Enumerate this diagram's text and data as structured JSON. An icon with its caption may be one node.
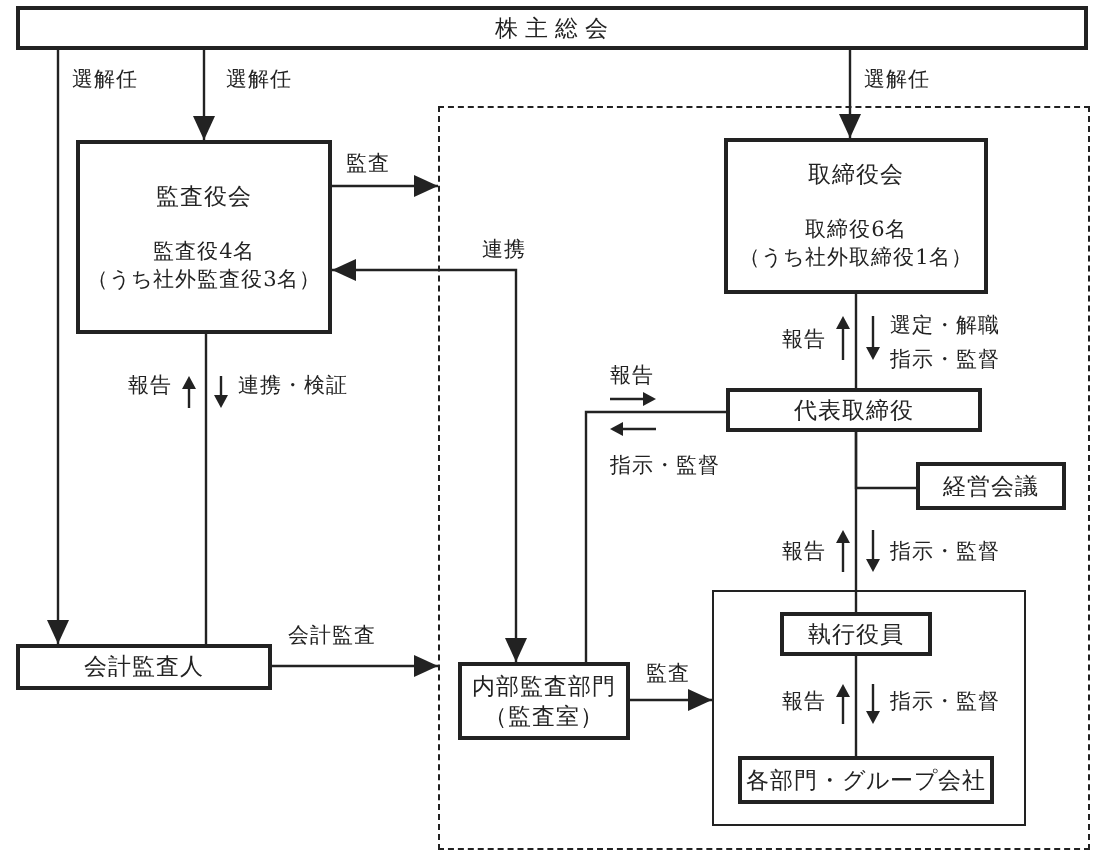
{
  "diagram": {
    "nodes": [
      {
        "text": [
          "株主総会"
        ]
      },
      {
        "text": [
          "監査役会",
          "監査役4名（うち社外監査役3名）"
        ]
      },
      {
        "text": [],
        "shape": "box"
      },
      {
        "text": [
          "取締役会",
          "取締役6名（うち社外取締役1名）"
        ],
        "in": 2
      },
      {
        "text": [
          "代表取締役"
        ],
        "in": 2
      },
      {
        "text": [
          "経営会議"
        ],
        "in": 2
      },
      {
        "text": [
          "会計監査人"
        ]
      },
      {
        "text": [
          "内部監査部門（監査室）"
        ],
        "in": 2
      },
      {
        "text": [],
        "shape": "box",
        "in": 2
      },
      {
        "text": [
          "執行役員"
        ],
        "in": 8
      },
      {
        "text": [
          "各部門・グループ会社"
        ],
        "in": 8
      }
    ],
    "edges": [
      {
        "from": 0,
        "to": 6,
        "arrow": "to",
        "label": "選解任"
      },
      {
        "from": 0,
        "to": 1,
        "arrow": "to",
        "label": "選解任"
      },
      {
        "from": 0,
        "to": 3,
        "arrow": "to",
        "label": "選解任"
      },
      {
        "from": 1,
        "to": 2,
        "arrow": "to",
        "label": "監査"
      },
      {
        "from": 7,
        "to": 1,
        "arrow": "both",
        "label": "連携"
      },
      {
        "from": 1,
        "to": 6,
        "arrow": "none"
      },
      {
        "from": 6,
        "to": 2,
        "arrow": "to",
        "label": "会計監査"
      },
      {
        "from": 3,
        "to": 4,
        "arrow": "none"
      },
      {
        "from": 4,
        "to": 7,
        "arrow": "none"
      },
      {
        "from": 4,
        "to": 5,
        "arrow": "none"
      },
      {
        "from": 4,
        "to": 9,
        "arrow": "none"
      },
      {
        "from": 7,
        "to": 8,
        "arrow": "to",
        "label": "監査"
      },
      {
        "from": 9,
        "to": 10,
        "arrow": "none"
      }
    ],
    "labels": [
      "報告",
      "選定・解職",
      "指示・監督",
      "報告",
      "報告",
      "連携・検証",
      "指示・監督",
      "報告",
      "指示・監督",
      "報告",
      "指示・監督"
    ]
  }
}
